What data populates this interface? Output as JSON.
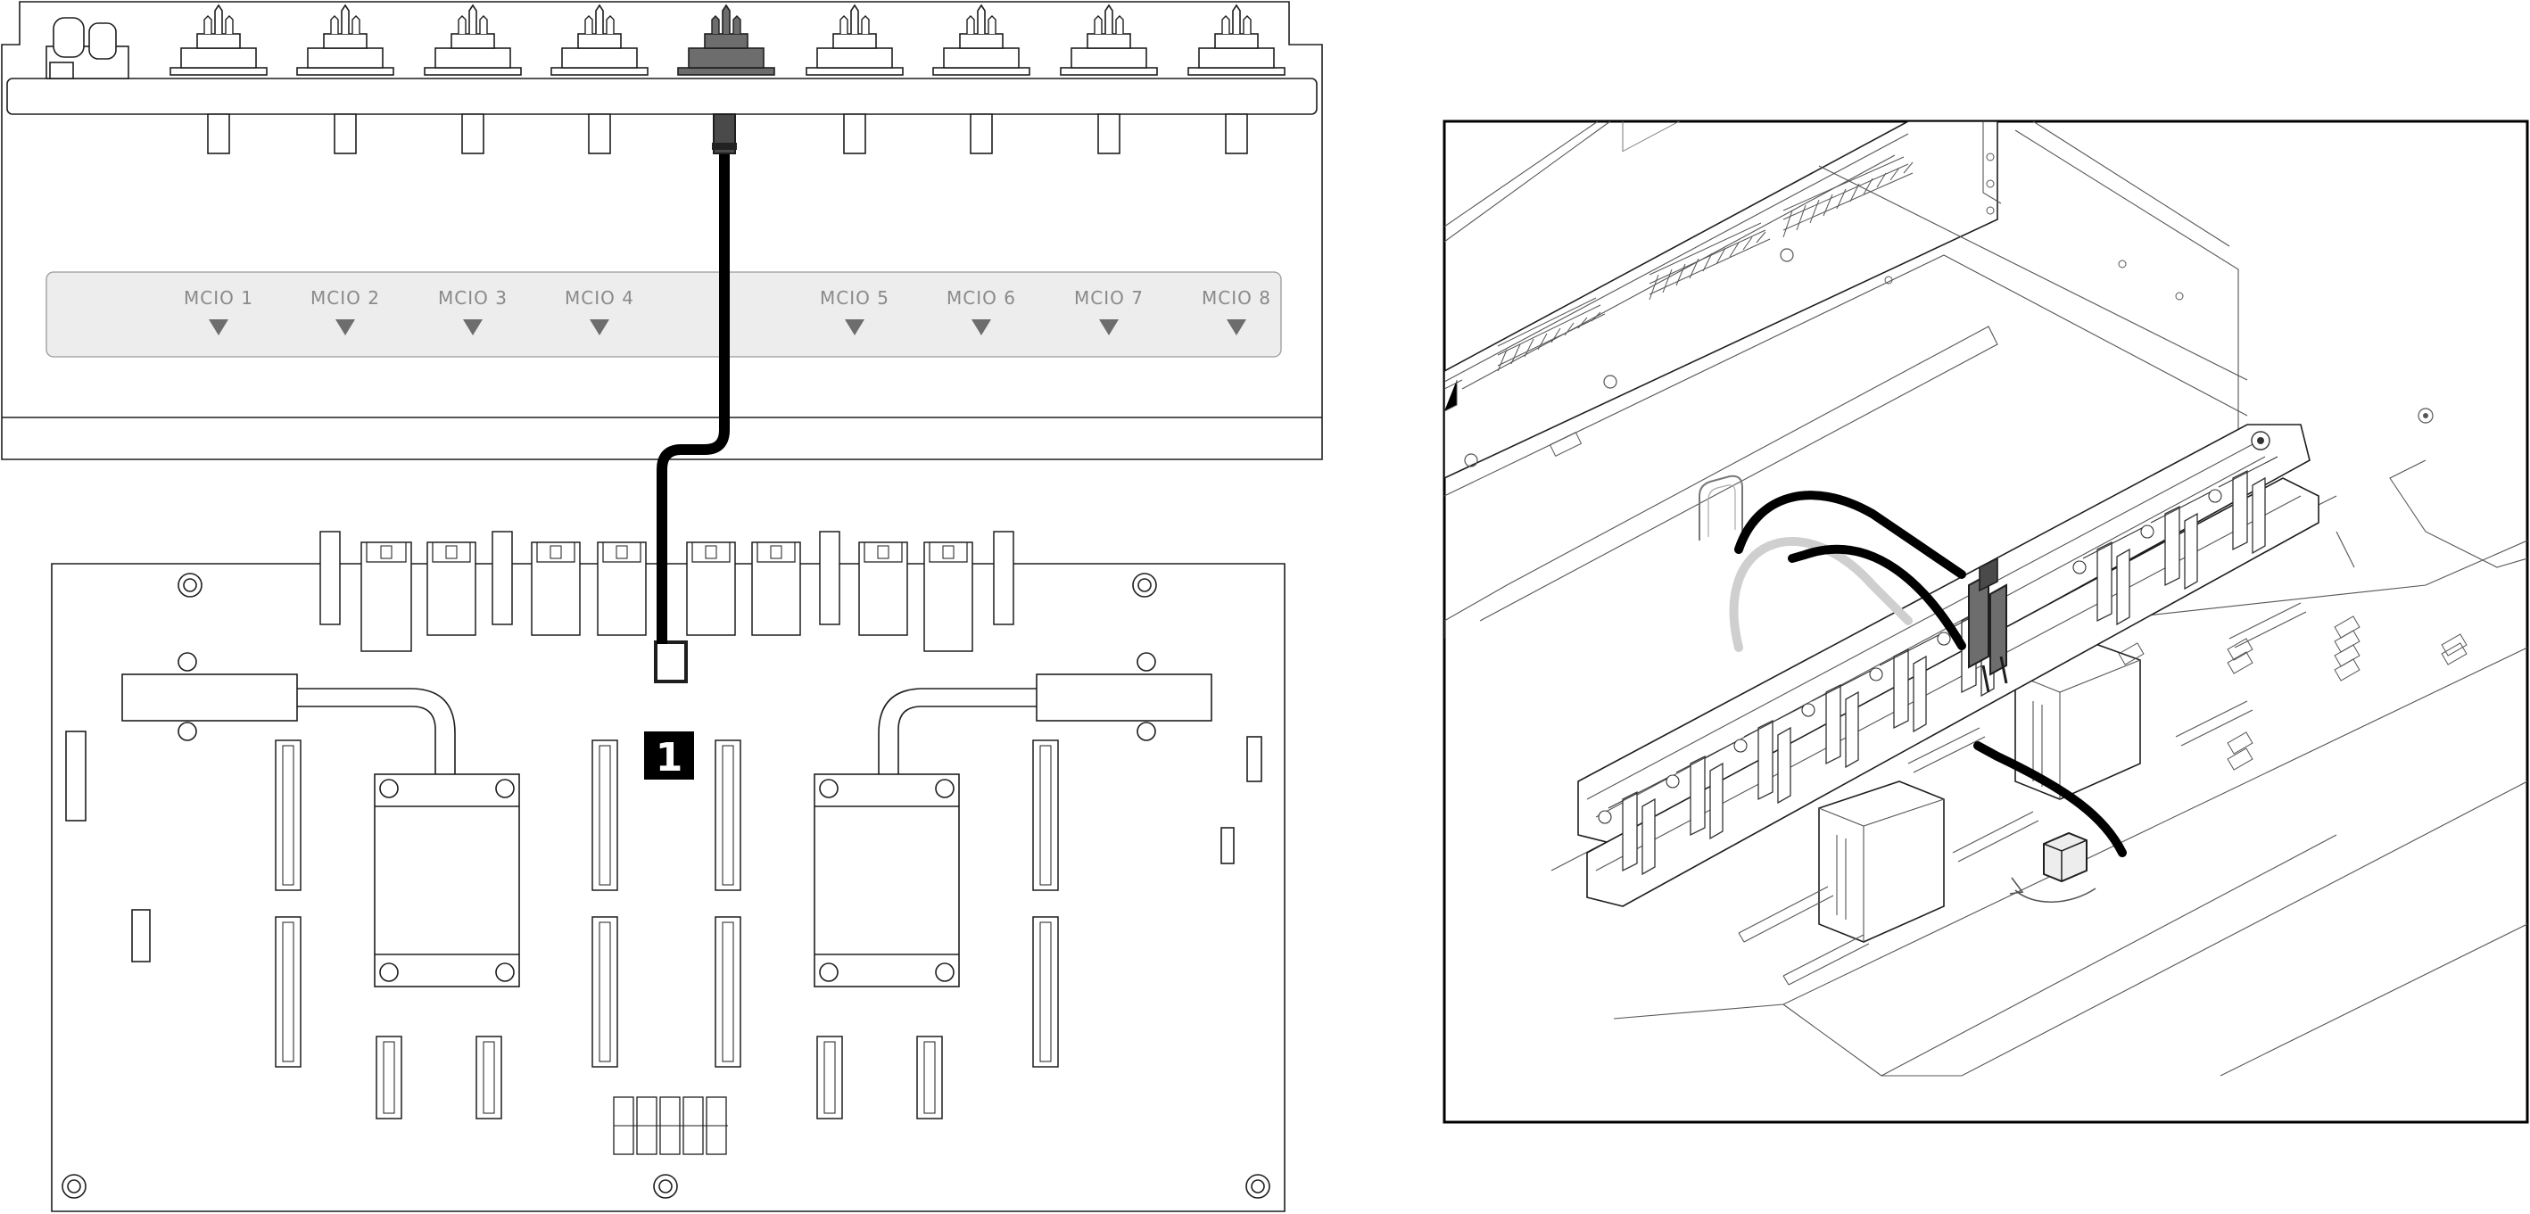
{
  "callout": {
    "number": "1"
  },
  "connectors": {
    "mcio_labels": [
      "MCIO 1",
      "MCIO 2",
      "MCIO 3",
      "MCIO 4",
      "MCIO 5",
      "MCIO 6",
      "MCIO 7",
      "MCIO 8"
    ]
  },
  "colors": {
    "outline": "#1e1e1e",
    "cable": "#000000",
    "highlight_connector": "#6d6d6d",
    "label_band": "#ededed",
    "label_text": "#8a8a8a",
    "ghost_cable": "#cfcfcf"
  }
}
